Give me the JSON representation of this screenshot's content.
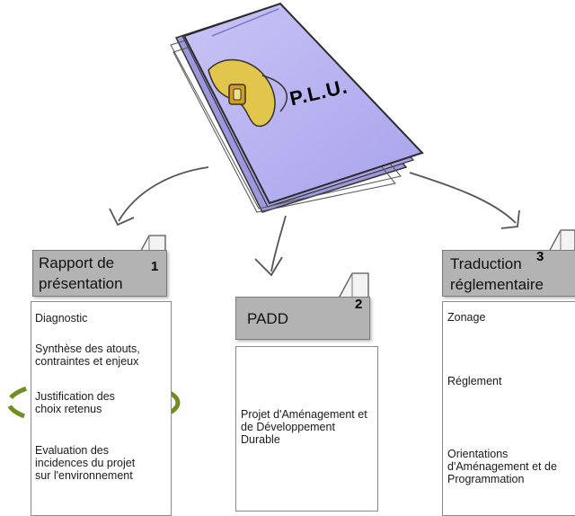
{
  "folder": {
    "label": "P.L.U."
  },
  "columns": [
    {
      "number": "1",
      "title_line1": "Rapport de",
      "title_line2": "présentation",
      "items": [
        "Diagnostic",
        "Synthèse des atouts, contraintes et enjeux",
        "Justification des choix retenus",
        "Evaluation des incidences du projet sur l'environnement"
      ]
    },
    {
      "number": "2",
      "title": "PADD",
      "items": [
        "Projet d'Aménagement et de Développement Durable"
      ]
    },
    {
      "number": "3",
      "title_line1": "Traduction",
      "title_line2": "réglementaire",
      "items": [
        "Zonage",
        "Réglement",
        "Orientations d'Aménagement et de Programmation"
      ]
    }
  ],
  "colors": {
    "folder": "#b9b4f2",
    "header": "#b3b3b3",
    "highlight": "#6f8f22",
    "strap": "#e4c84e"
  }
}
